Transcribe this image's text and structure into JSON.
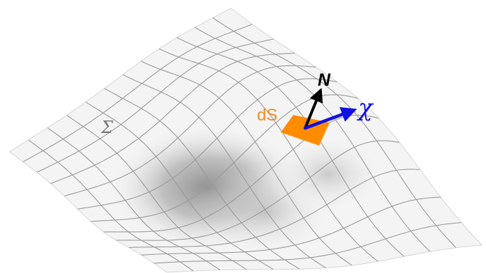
{
  "labels": {
    "surface": "Σ",
    "area_element": "dS",
    "normal": "N",
    "vector_field": "χ"
  },
  "colors": {
    "area_element": "#ff8c00",
    "area_label": "#f08c1e",
    "normal_arrow": "#000000",
    "vector_arrow": "#1010e0",
    "surface_label": "#777777",
    "mesh_lines": "#9a9a9a"
  }
}
